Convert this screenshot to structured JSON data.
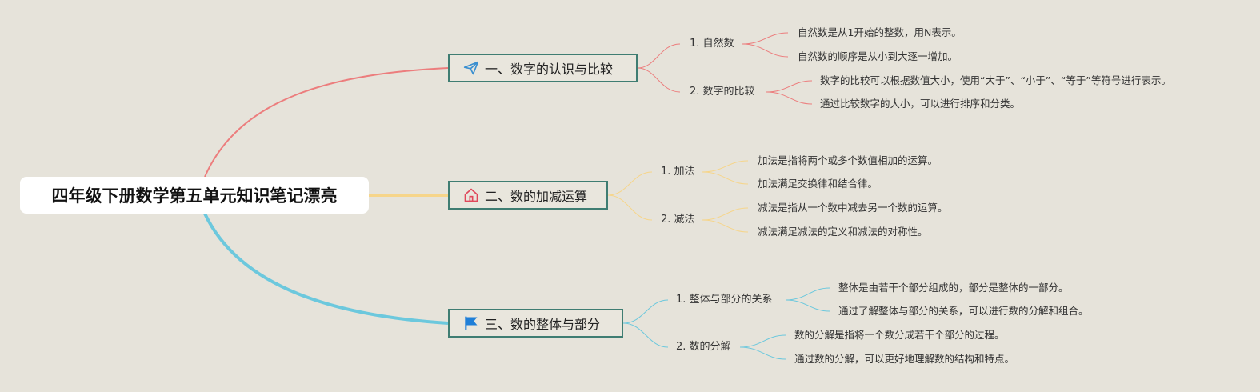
{
  "root": {
    "title": "四年级下册数学第五单元知识笔记漂亮"
  },
  "colors": {
    "background": "#e6e3da",
    "branch1_line": "#ec7d7d",
    "branch2_line": "#f6d58a",
    "branch3_line": "#6cc8dd",
    "branch_border": "#3f7d72"
  },
  "branches": [
    {
      "title": "一、数字的认识与比较",
      "icon": "paper-plane-icon",
      "subs": [
        {
          "label": "1. 自然数",
          "leaves": [
            "自然数是从1开始的整数，用N表示。",
            "自然数的顺序是从小到大逐一增加。"
          ]
        },
        {
          "label": "2. 数字的比较",
          "leaves": [
            "数字的比较可以根据数值大小，使用“大于”、“小于”、“等于”等符号进行表示。",
            "通过比较数字的大小，可以进行排序和分类。"
          ]
        }
      ]
    },
    {
      "title": "二、数的加减运算",
      "icon": "home-icon",
      "subs": [
        {
          "label": "1. 加法",
          "leaves": [
            "加法是指将两个或多个数值相加的运算。",
            "加法满足交换律和结合律。"
          ]
        },
        {
          "label": "2. 减法",
          "leaves": [
            "减法是指从一个数中减去另一个数的运算。",
            "减法满足减法的定义和减法的对称性。"
          ]
        }
      ]
    },
    {
      "title": "三、数的整体与部分",
      "icon": "flag-icon",
      "subs": [
        {
          "label": "1. 整体与部分的关系",
          "leaves": [
            "整体是由若干个部分组成的，部分是整体的一部分。",
            "通过了解整体与部分的关系，可以进行数的分解和组合。"
          ]
        },
        {
          "label": "2. 数的分解",
          "leaves": [
            "数的分解是指将一个数分成若干个部分的过程。",
            "通过数的分解，可以更好地理解数的结构和特点。"
          ]
        }
      ]
    }
  ]
}
